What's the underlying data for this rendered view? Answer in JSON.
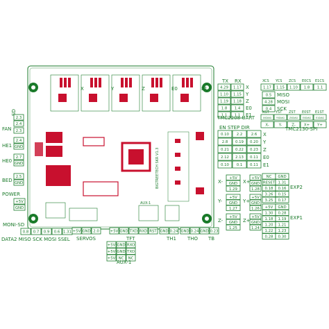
{
  "board": {
    "pcb_name": "SKR V1.3",
    "pcb_name2": "BIGTREETECH SKR V1.3",
    "colors": {
      "silk": "#1a7a2a",
      "pad": "#c8102e",
      "board_bg": "#ffffff"
    }
  },
  "left_labels": {
    "fan": "FAN",
    "he1": "HE1",
    "he0": "HE0",
    "bed": "BED",
    "power": "POWER",
    "sd": "SD",
    "moni_sd": "MONI-SD"
  },
  "left_pins": {
    "fan": [
      "2.3",
      "2.4"
    ],
    "fan2": [
      "2.3"
    ],
    "he1": [
      "2.4",
      "GND"
    ],
    "he0": [
      "2.7",
      "GND"
    ],
    "bed": [
      "2.5",
      "GND"
    ],
    "power": [
      "+5V",
      "GND"
    ]
  },
  "moni_sd": {
    "pins": [
      "0.8",
      "0.7",
      "0.9",
      "0.6",
      "1.31"
    ],
    "labels": "DATA2 MISO SCK MOSI SSEL"
  },
  "driver_axes": [
    "X",
    "Y",
    "Z",
    "E0",
    "E1"
  ],
  "uart": {
    "header": [
      "TX",
      "RX"
    ],
    "rows": [
      [
        "4.29",
        "1.17",
        "X"
      ],
      [
        "1.10",
        "1.15",
        "Y"
      ],
      [
        "1.19",
        "1.18",
        "Z"
      ],
      [
        "1.8",
        "1.4",
        "E0"
      ],
      [
        "1.1",
        "1.1",
        "E1"
      ]
    ],
    "title": "TMC2208-UART"
  },
  "spi": {
    "header": [
      "XCS",
      "YCS",
      "ZCS",
      "E0CS",
      "E1CS"
    ],
    "row": [
      "1.17",
      "1.15",
      "1.10",
      "1.8",
      "1.1"
    ],
    "misc": [
      [
        "0.5",
        "MISO"
      ],
      [
        "4.28",
        "MOSI"
      ],
      [
        "0.4",
        "SCK"
      ]
    ],
    "header2": [
      "XST",
      "YST",
      "ZST",
      "E0ST",
      "E1ST"
    ],
    "row2": [
      "X0DIAG",
      "Y0DIAG",
      "Z0DIAG",
      "E0DIAG",
      "E1DIAG"
    ],
    "buttons": [
      "X-",
      "Y-",
      "Z-",
      "X+",
      "Y+"
    ],
    "title": "TMC2130-SPI"
  },
  "step_table": {
    "header": [
      "EN",
      "STEP",
      "DIR"
    ],
    "rows": [
      [
        "0.10",
        "2.2",
        "2.6",
        "X"
      ],
      [
        "2.8",
        "0.19",
        "0.20",
        "Y"
      ],
      [
        "0.21",
        "0.22",
        "0.23",
        "Z"
      ],
      [
        "2.12",
        "2.13",
        "0.11",
        "E0"
      ],
      [
        "0.10",
        "0.1",
        "0.11",
        "E1"
      ]
    ]
  },
  "endstops": {
    "left": [
      {
        "name": "X-",
        "pins": [
          "+5V",
          "GND",
          "1.29"
        ]
      },
      {
        "name": "Y-",
        "pins": [
          "+5V",
          "GND",
          "1.27"
        ]
      },
      {
        "name": "Z-",
        "pins": [
          "+5V",
          "GND",
          "1.25"
        ]
      }
    ],
    "right": [
      {
        "name": "X+",
        "pins": [
          "+5V",
          "GND",
          "1.28"
        ]
      },
      {
        "name": "Y+",
        "pins": [
          "+5V",
          "GND",
          "1.26"
        ]
      },
      {
        "name": "Z+",
        "pins": [
          "+5V",
          "GND",
          "1.24"
        ]
      }
    ]
  },
  "exp2": {
    "title": "EXP2",
    "rows": [
      [
        "NC",
        "GND"
      ],
      [
        "RESET",
        "1.31"
      ],
      [
        "0.18",
        "0.16"
      ],
      [
        "3.26",
        "0.15"
      ],
      [
        "3.25",
        "0.17"
      ]
    ]
  },
  "exp1": {
    "title": "EXP1",
    "rows": [
      [
        "+5V",
        "GND"
      ],
      [
        "1.30",
        "0.28"
      ],
      [
        "1.18",
        "1.19"
      ],
      [
        "1.20",
        "1.21"
      ],
      [
        "1.22",
        "1.23"
      ],
      [
        "0.28",
        "0.30"
      ]
    ]
  },
  "bottom": {
    "servos": {
      "title": "SERVOS",
      "pins": [
        "+5V",
        "GND",
        "2.0"
      ]
    },
    "tft": {
      "title": "TFT",
      "pins": [
        "+5V",
        "GND",
        "TXD",
        "RXD",
        "RST"
      ]
    },
    "th1": {
      "title": "TH1",
      "pins": [
        "GND",
        "0.24"
      ]
    },
    "tho": {
      "title": "THO",
      "pins": [
        "GND",
        "0.24"
      ]
    },
    "tb": {
      "title": "TB",
      "pins": [
        "GND",
        "0.23"
      ]
    },
    "aux": {
      "title": "AUX-1",
      "rows": [
        [
          "+5V",
          "GND",
          "RXO"
        ],
        [
          "+5V",
          "GND",
          "TXO"
        ],
        [
          "+5V",
          "NC",
          "NC"
        ]
      ]
    }
  },
  "misc_labels": {
    "aux_pcb": "AUX-1",
    "e1_label": "E1"
  }
}
